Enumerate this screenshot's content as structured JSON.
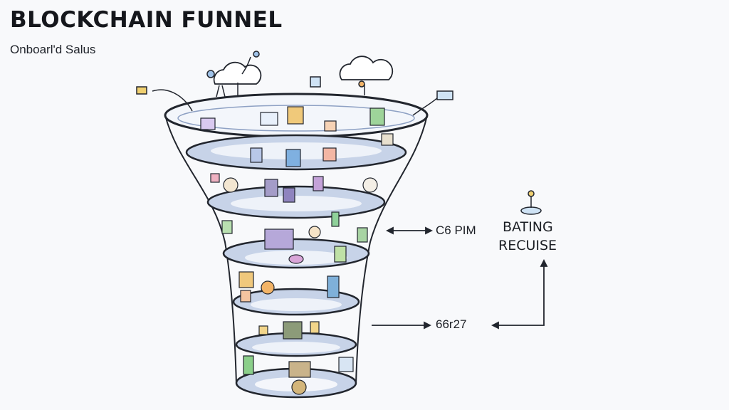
{
  "header": {
    "title": "BLOCKCHAIN FUNNEL",
    "subtitle": "Onboarl'd Salus"
  },
  "annotations": {
    "top_value": "C6 PIM",
    "mid_value": "66r27",
    "side_line1": "BATING",
    "side_line2": "RECUISE"
  },
  "icons": {
    "cloud_left": "cloud-icon",
    "cloud_right": "cloud-icon",
    "pin": "pin-icon"
  },
  "colors": {
    "funnel_outline": "#22262e",
    "band_fill": "#c7d3e8",
    "band_inner": "#eef2f9",
    "arrow": "#22262e"
  }
}
